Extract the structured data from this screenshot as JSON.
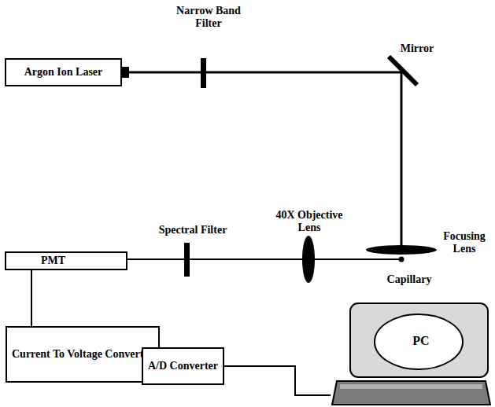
{
  "diagram": {
    "nodes": [
      {
        "text": [
          "Argon Ion Laser"
        ]
      },
      {
        "text": [
          "PMT"
        ]
      },
      {
        "text": [
          "Current To Voltage Converter"
        ]
      },
      {
        "text": [
          "A/D Converter"
        ]
      },
      {
        "text": [
          "PC"
        ]
      }
    ],
    "edges": [
      {
        "from": 1,
        "to": 2,
        "arrow": "none"
      },
      {
        "from": 2,
        "to": 3,
        "arrow": "none"
      },
      {
        "from": 3,
        "to": 4,
        "arrow": "none"
      }
    ],
    "labels": [
      "Narrow Band Filter",
      "Mirror",
      "Focusing Lens",
      "40X Objective Lens",
      "Capillary",
      "Spectral Filter"
    ]
  }
}
